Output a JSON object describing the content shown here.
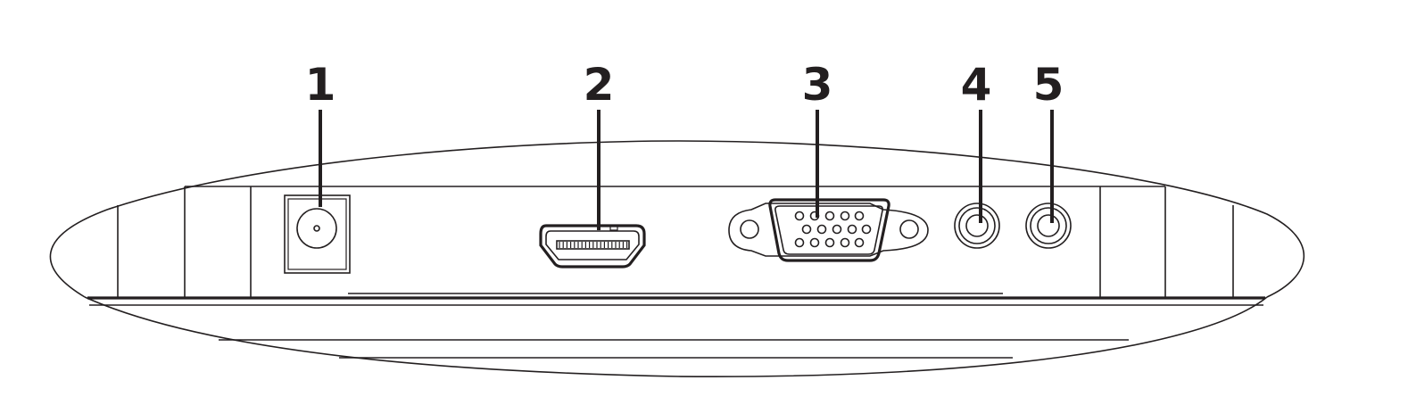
{
  "callouts": [
    {
      "number": "1",
      "port": "dc-power-jack"
    },
    {
      "number": "2",
      "port": "hdmi-port"
    },
    {
      "number": "3",
      "port": "vga-port"
    },
    {
      "number": "4",
      "port": "audio-jack-a"
    },
    {
      "number": "5",
      "port": "audio-jack-b"
    }
  ],
  "colors": {
    "line": "#231f20",
    "background": "#ffffff"
  }
}
